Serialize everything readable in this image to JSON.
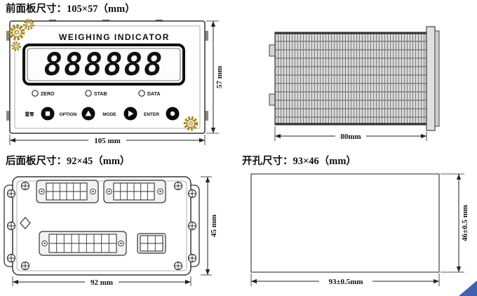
{
  "front": {
    "title": "前面板尺寸：105×57（mm）",
    "brand": "WEIGHING INDICATOR",
    "display_digits": "888888",
    "leds": [
      {
        "label": "ZERO"
      },
      {
        "label": "STAB"
      },
      {
        "label": "DATA"
      }
    ],
    "buttons": [
      {
        "label": "置零",
        "glyph": "square"
      },
      {
        "label": "OPTION",
        "glyph": "triangle-up"
      },
      {
        "label": "MODE",
        "glyph": "triangle-right"
      },
      {
        "label": "ENTER",
        "glyph": "dot"
      }
    ],
    "dim_width": "105 mm",
    "dim_height": "57 mm"
  },
  "side": {
    "dim_width": "80mm"
  },
  "rear": {
    "title": "后面板尺寸：92×45（mm）",
    "dim_width": "92 mm",
    "dim_height": "45 mm"
  },
  "cutout": {
    "title": "开孔尺寸：93×46（mm）",
    "dim_width": "93±0.5mm",
    "dim_height": "46±0.5 mm"
  },
  "colors": {
    "gear": "#a8891c",
    "watermark": "#3f62ad",
    "line": "#222222"
  }
}
